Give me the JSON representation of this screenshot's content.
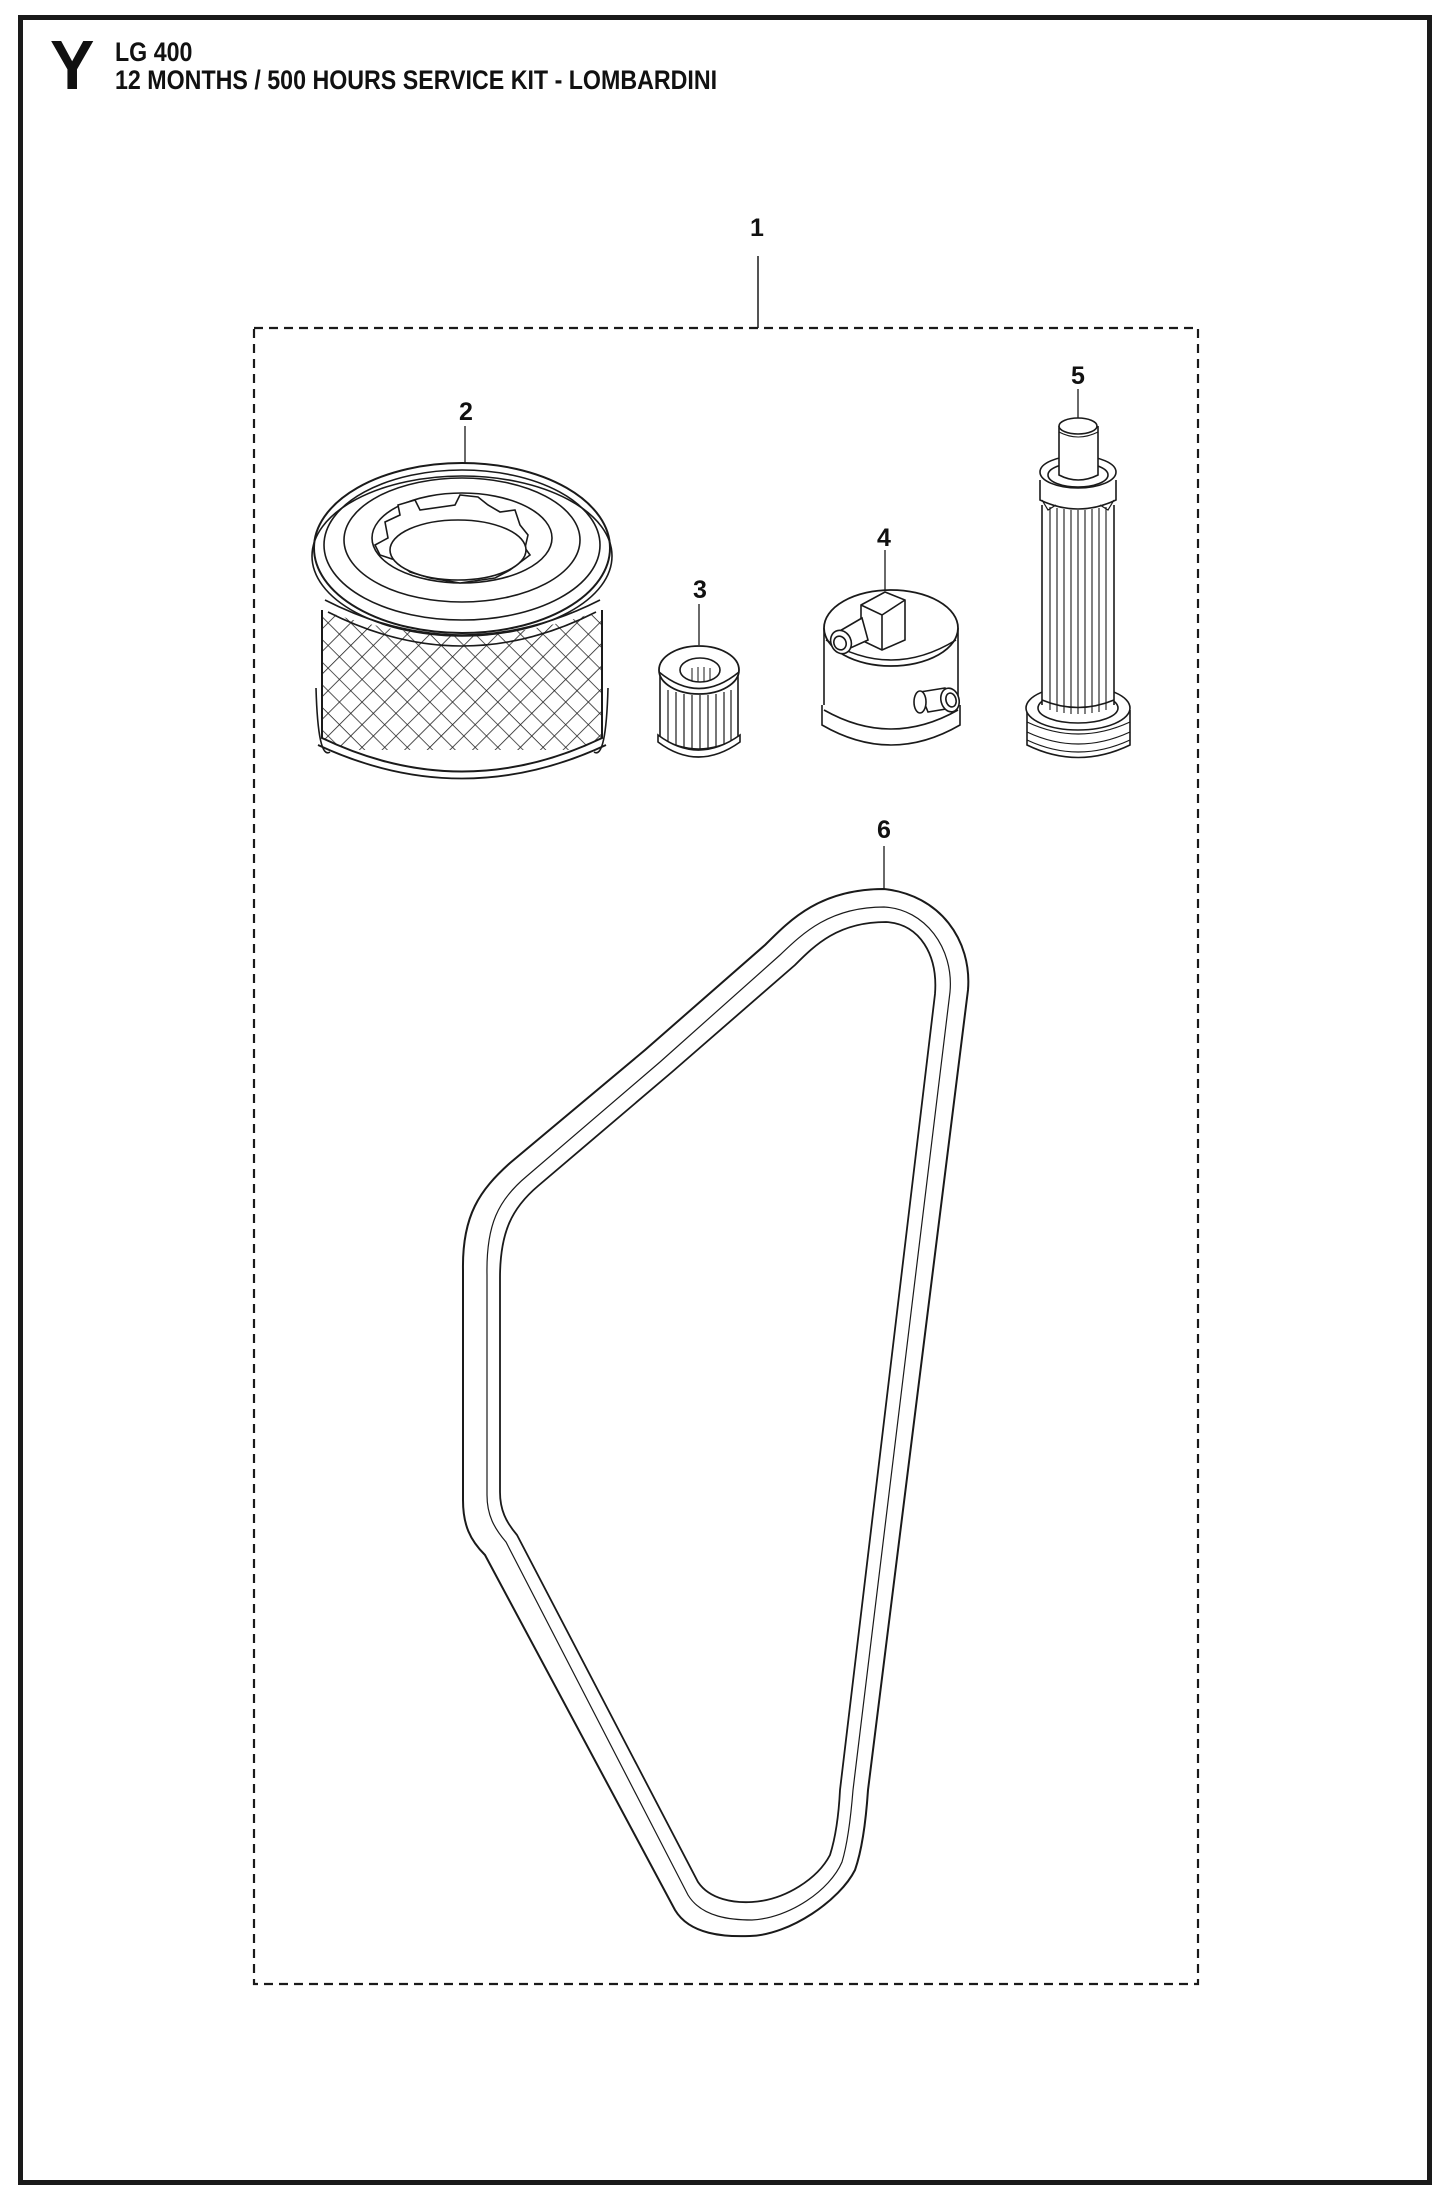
{
  "header": {
    "section_letter": "Y",
    "model": "LG 400",
    "title": "12 MONTHS / 500 HOURS SERVICE KIT - LOMBARDINI"
  },
  "callouts": [
    {
      "number": "1",
      "part": "service-kit-group"
    },
    {
      "number": "2",
      "part": "air-filter"
    },
    {
      "number": "3",
      "part": "oil-filter"
    },
    {
      "number": "4",
      "part": "fuel-filter"
    },
    {
      "number": "5",
      "part": "fuel-pre-filter"
    },
    {
      "number": "6",
      "part": "v-belt"
    }
  ],
  "colors": {
    "line": "#1a1a1a",
    "background": "#ffffff"
  }
}
